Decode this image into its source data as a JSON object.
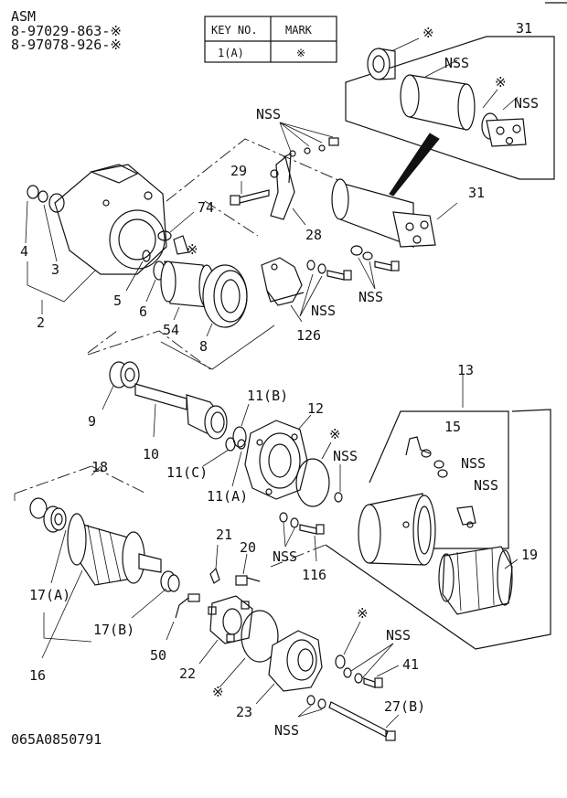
{
  "header": {
    "line1": "ASM",
    "line2": "8-97029-863-※",
    "line3": "8-97078-926-※"
  },
  "key_table": {
    "col1": "KEY NO.",
    "col2": "MARK",
    "row_key": "1(A)",
    "row_mark": "※"
  },
  "callouts": {
    "c31a": "31",
    "nss_inset1": "NSS",
    "nss_inset2": "NSS",
    "star_inset1": "※",
    "star_inset2": "※",
    "nss_top": "NSS",
    "c29": "29",
    "c74": "74",
    "c28": "28",
    "c31b": "31",
    "c4": "4",
    "c3": "3",
    "c2": "2",
    "c5": "5",
    "c6": "6",
    "star_a": "※",
    "c54": "54",
    "c8": "8",
    "nss_mid1": "NSS",
    "nss_mid2": "NSS",
    "c126": "126",
    "c9": "9",
    "c10": "10",
    "c11b": "11(B)",
    "c12": "12",
    "c11c": "11(C)",
    "c11a": "11(A)",
    "c13": "13",
    "c15": "15",
    "nss_r1": "NSS",
    "nss_r2": "NSS",
    "star_b": "※",
    "nss_r3": "NSS",
    "c18": "18",
    "c17a": "17(A)",
    "c17b": "17(B)",
    "c16": "16",
    "c21": "21",
    "c20": "20",
    "nss_low": "NSS",
    "c116": "116",
    "c19": "19",
    "c50": "50",
    "c22": "22",
    "star_c": "※",
    "c23": "23",
    "star_d": "※",
    "nss_b1": "NSS",
    "c41": "41",
    "c27b": "27(B)",
    "nss_b2": "NSS"
  },
  "footer": {
    "drawing_code": "065A0850791"
  }
}
